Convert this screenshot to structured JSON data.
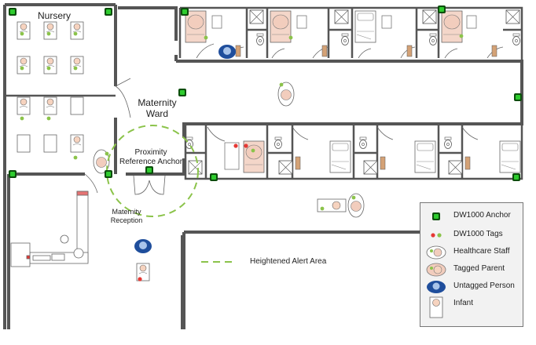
{
  "labels": {
    "nursery": "Nursery",
    "maternity_ward_line1": "Maternity",
    "maternity_ward_line2": "Ward",
    "proximity_anchor_line1": "Proximity",
    "proximity_anchor_line2": "Reference Anchor",
    "maternity_reception_line1": "Maternity",
    "maternity_reception_line2": "Reception",
    "heightened_alert": "Heightened Alert Area"
  },
  "legend": {
    "items": [
      {
        "label": "DW1000 Anchor",
        "icon": "anchor-icon"
      },
      {
        "label": "DW1000 Tags",
        "icon": "tag-dots-icon"
      },
      {
        "label": "Healthcare Staff",
        "icon": "staff-icon"
      },
      {
        "label": "Tagged Parent",
        "icon": "tagged-parent-icon"
      },
      {
        "label": "Untagged Person",
        "icon": "untagged-person-icon"
      },
      {
        "label": "Infant",
        "icon": "infant-icon"
      }
    ]
  },
  "colors": {
    "anchor": "#1e8a1e",
    "tag_green": "#8bc34a",
    "tag_red": "#e53935",
    "parent_fill": "#f2cdbd",
    "untagged_fill": "#1f4e9c",
    "alert_dash": "#8bc34a",
    "wall": "#555555"
  }
}
